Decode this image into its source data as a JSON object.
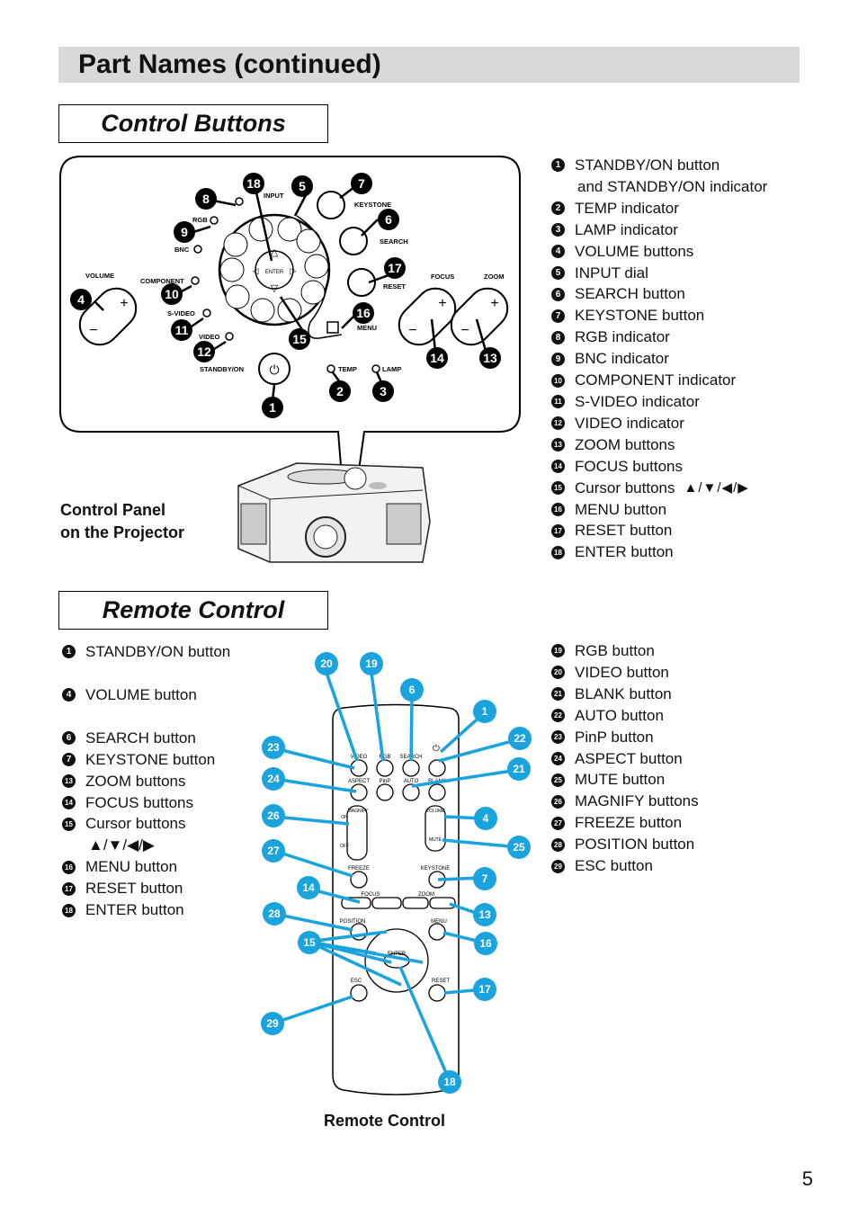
{
  "page_title": "Part Names (continued)",
  "sections": {
    "control_buttons": "Control Buttons",
    "remote_control": "Remote Control"
  },
  "control_panel_caption": [
    "Control Panel",
    "on the Projector"
  ],
  "remote_caption": "Remote Control",
  "page_number": "5",
  "control_legend": [
    {
      "num": "1",
      "text": "STANDBY/ON button"
    },
    {
      "num": "",
      "text": "and STANDBY/ON indicator"
    },
    {
      "num": "2",
      "text": "TEMP indicator"
    },
    {
      "num": "3",
      "text": "LAMP indicator"
    },
    {
      "num": "4",
      "text": "VOLUME buttons"
    },
    {
      "num": "5",
      "text": "INPUT dial"
    },
    {
      "num": "6",
      "text": "SEARCH button"
    },
    {
      "num": "7",
      "text": "KEYSTONE button"
    },
    {
      "num": "8",
      "text": "RGB indicator"
    },
    {
      "num": "9",
      "text": "BNC indicator"
    },
    {
      "num": "10",
      "text": "COMPONENT indicator"
    },
    {
      "num": "11",
      "text": "S-VIDEO indicator"
    },
    {
      "num": "12",
      "text": "VIDEO indicator"
    },
    {
      "num": "13",
      "text": "ZOOM buttons"
    },
    {
      "num": "14",
      "text": "FOCUS buttons"
    },
    {
      "num": "15",
      "text": "Cursor buttons",
      "arrows": "▲/▼/◀/▶"
    },
    {
      "num": "16",
      "text": "MENU button"
    },
    {
      "num": "17",
      "text": "RESET button"
    },
    {
      "num": "18",
      "text": "ENTER button"
    }
  ],
  "remote_legend_left": [
    {
      "num": "1",
      "text": "STANDBY/ON button"
    },
    {
      "num": "",
      "text": ""
    },
    {
      "num": "4",
      "text": "VOLUME button"
    },
    {
      "num": "",
      "text": ""
    },
    {
      "num": "6",
      "text": "SEARCH button"
    },
    {
      "num": "7",
      "text": "KEYSTONE button"
    },
    {
      "num": "13",
      "text": "ZOOM buttons"
    },
    {
      "num": "14",
      "text": "FOCUS buttons"
    },
    {
      "num": "15",
      "text": "Cursor buttons"
    },
    {
      "num": "",
      "text": "▲/▼/◀/▶"
    },
    {
      "num": "16",
      "text": "MENU button"
    },
    {
      "num": "17",
      "text": "RESET button"
    },
    {
      "num": "18",
      "text": "ENTER button"
    }
  ],
  "remote_legend_right": [
    {
      "num": "19",
      "text": "RGB button"
    },
    {
      "num": "20",
      "text": "VIDEO button"
    },
    {
      "num": "21",
      "text": "BLANK button"
    },
    {
      "num": "22",
      "text": "AUTO button"
    },
    {
      "num": "23",
      "text": "PinP button"
    },
    {
      "num": "24",
      "text": "ASPECT button"
    },
    {
      "num": "25",
      "text": "MUTE button"
    },
    {
      "num": "26",
      "text": "MAGNIFY buttons"
    },
    {
      "num": "27",
      "text": "FREEZE button"
    },
    {
      "num": "28",
      "text": "POSITION button"
    },
    {
      "num": "29",
      "text": "ESC button"
    }
  ],
  "panel_labels": {
    "input": "INPUT",
    "keystone": "KEYSTONE",
    "search": "SEARCH",
    "rgb": "RGB",
    "bnc": "BNC",
    "volume": "VOLUME",
    "component": "COMPONENT",
    "svideo": "S-VIDEO",
    "video": "VIDEO",
    "standby": "STANDBY/ON",
    "temp": "TEMP",
    "lamp": "LAMP",
    "reset": "RESET",
    "menu": "MENU",
    "focus": "FOCUS",
    "zoom": "ZOOM",
    "enter": "ENTER"
  },
  "remote_labels": {
    "video": "VIDEO",
    "rgb": "RGB",
    "search": "SEARCH",
    "aspect": "ASPECT",
    "pinp": "PinP",
    "auto": "AUTO",
    "blank": "BLANK",
    "magnify": "MAGNIFY",
    "on": "ON",
    "off": "OFF",
    "volume": "VOLUME",
    "mute": "MUTE",
    "freeze": "FREEZE",
    "keystone": "KEYSTONE",
    "focus": "FOCUS",
    "zoom": "ZOOM",
    "position": "POSITION",
    "menu": "MENU",
    "enter": "ENTER",
    "esc": "ESC",
    "reset": "RESET"
  },
  "remote_callouts": [
    "20",
    "19",
    "6",
    "1",
    "22",
    "21",
    "23",
    "24",
    "26",
    "4",
    "25",
    "27",
    "7",
    "14",
    "28",
    "13",
    "15",
    "16",
    "17",
    "29",
    "18"
  ],
  "accent_color": "#1aa3dc"
}
